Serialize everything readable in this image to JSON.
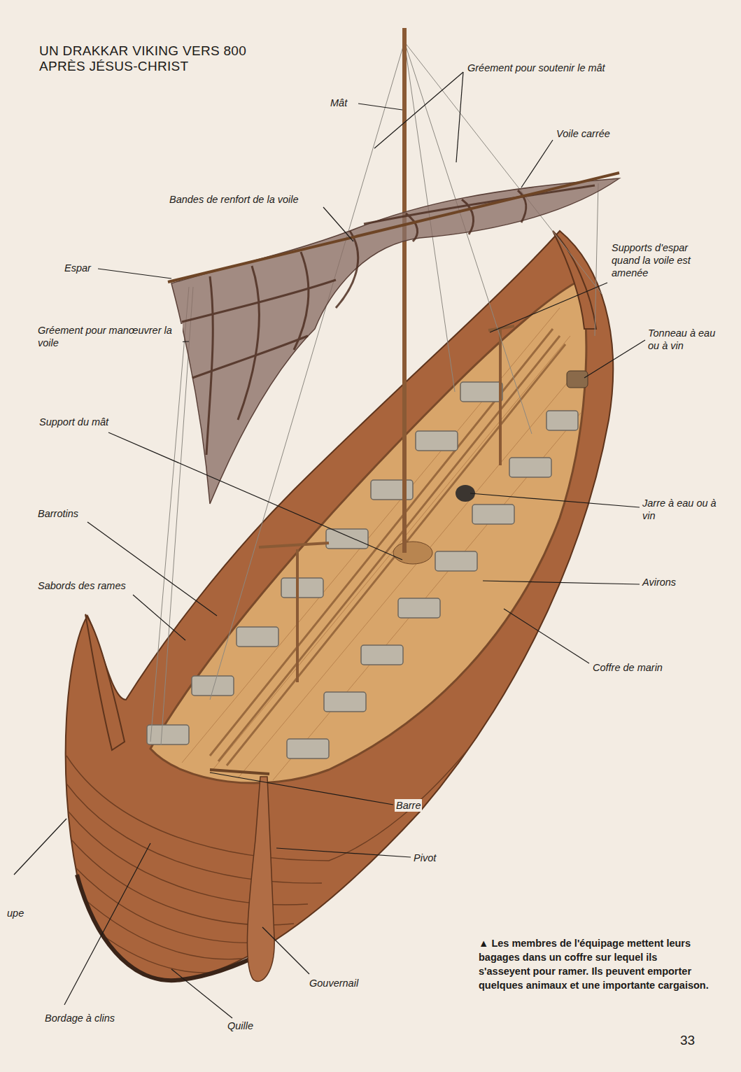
{
  "diagram": {
    "title": "UN DRAKKAR VIKING VERS 800 APRÈS JÉSUS-CHRIST",
    "caption": "▲ Les membres de l'équipage mettent leurs bagages dans un coffre sur lequel ils s'asseyent pour ramer. Ils peuvent emporter quelques animaux et une importante cargaison.",
    "labels": [
      "Gréement pour soutenir le mât",
      "Mât",
      "Voile carrée",
      "Bandes de renfort de la voile",
      "Espar",
      "Supports d'espar quand la voile est amenée",
      "Gréement pour manœuvrer la voile",
      "Tonneau à eau ou à vin",
      "Support du mât",
      "Barrotins",
      "Jarre à eau ou à vin",
      "Sabords des rames",
      "Avirons",
      "Coffre de marin",
      "Barre",
      "Pivot",
      "upe",
      "Gouvernail",
      "Bordage à clins",
      "Quille",
      "33"
    ]
  }
}
